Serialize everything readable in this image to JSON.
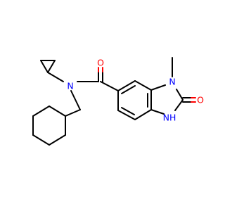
{
  "structure": {
    "atoms": {
      "amide_n": "N",
      "amide_o": "O",
      "ring_n_methyl": "N",
      "ring_n_h": "NH",
      "carbonyl_o": "O"
    },
    "colors": {
      "bond": "#000000",
      "nitrogen": "#0000ff",
      "oxygen": "#ff0000"
    }
  }
}
